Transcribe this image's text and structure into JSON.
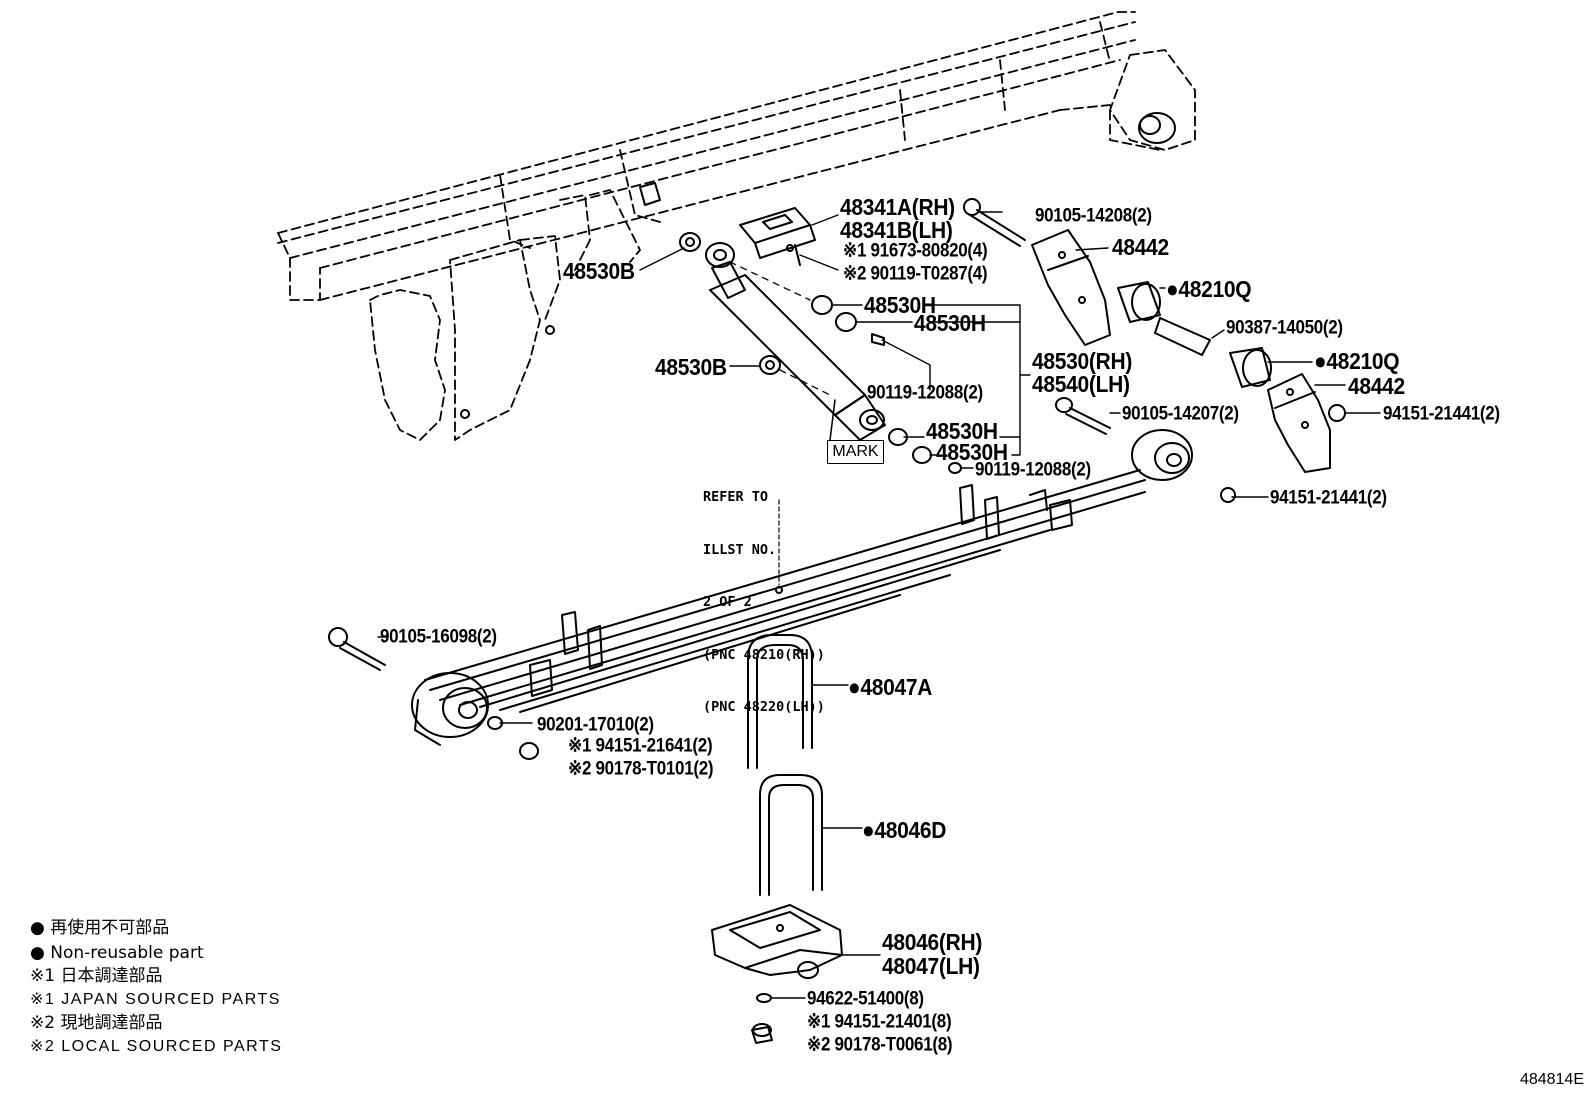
{
  "diagram": {
    "labels": {
      "p_48341A": "48341A(RH)",
      "p_48341B": "48341B(LH)",
      "p_91673": "※1 91673-80820(4)",
      "p_90119_T0287": "※2 90119-T0287(4)",
      "p_90105_14208": "90105-14208(2)",
      "p_48442_top": "48442",
      "p_48210Q_top": "●48210Q",
      "p_90387": "90387-14050(2)",
      "p_48210Q_bot": "●48210Q",
      "p_48442_bot": "48442",
      "p_94151_r1": "94151-21441(2)",
      "p_90105_14207": "90105-14207(2)",
      "p_94151_r2": "94151-21441(2)",
      "p_48530B_top": "48530B",
      "p_48530B_mid": "48530B",
      "p_48530H_1": "48530H",
      "p_48530H_2": "48530H",
      "p_48530H_3": "48530H",
      "p_48530H_4": "48530H",
      "p_48530RH": "48530(RH)",
      "p_48540LH": "48540(LH)",
      "p_90119_12088_a": "90119-12088(2)",
      "p_90119_12088_b": "90119-12088(2)",
      "mark": "MARK",
      "p_90105_16098": "90105-16098(2)",
      "p_48047A": "●48047A",
      "p_90201": "90201-17010(2)",
      "p_94151_21641": "※1 94151-21641(2)",
      "p_90178_T0101": "※2 90178-T0101(2)",
      "p_48046D": "●48046D",
      "p_48046RH": "48046(RH)",
      "p_48047LH": "48047(LH)",
      "p_94622": "94622-51400(8)",
      "p_94151_21401": "※1 94151-21401(8)",
      "p_90178_T0061": "※2 90178-T0061(8)"
    },
    "refer_note": [
      "REFER TO",
      "ILLST NO.",
      "2 OF 2",
      "(PNC 48210(RH))",
      "(PNC 48220(LH))"
    ],
    "legend": [
      "● 再使用不可部品",
      "● Non-reusable part",
      "※1 日本調達部品",
      "※1 JAPAN SOURCED PARTS",
      "※2 現地調達部品",
      "※2 LOCAL SOURCED PARTS"
    ],
    "illustration_id": "484814E"
  }
}
